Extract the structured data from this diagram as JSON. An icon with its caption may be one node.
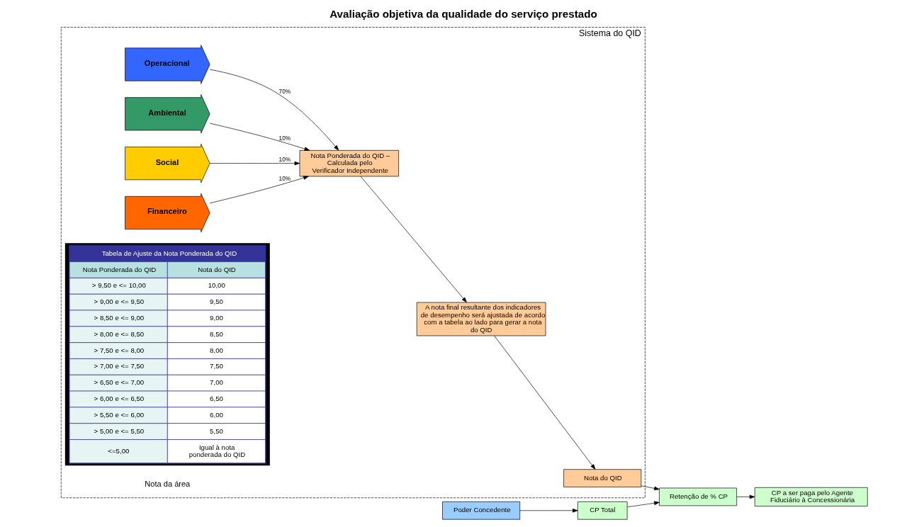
{
  "diagram": {
    "title": "Avaliação objetiva da qualidade do serviço prestado",
    "nodes": [
      {
        "text": [
          "Sistema do QID"
        ]
      },
      {
        "text": [
          "Operacional"
        ],
        "in": 0
      },
      {
        "text": [
          "Ambiental"
        ],
        "in": 0
      },
      {
        "text": [
          "Social"
        ],
        "in": 0
      },
      {
        "text": [
          "Financeiro"
        ],
        "in": 0
      },
      {
        "text": [
          "Nota Ponderada do QID – Calculada pelo Verificador Independente"
        ],
        "in": 0
      },
      {
        "text": [
          "A nota final resultante dos indicadores de desempenho será ajustada de acordo com a tabela ao lado para gerar a nota do QID"
        ],
        "in": 0
      },
      {
        "text": [
          "Nota do QID"
        ],
        "in": 0
      },
      {
        "text": [
          "Tabela de Ajuste da Nota Ponderada do QID",
          "Nota Ponderada do QID",
          "Nota do QID",
          "> 9,50 e <= 10,00",
          "10,00",
          "> 9,00 e <= 9,50",
          "9,50",
          "> 8,50 e <= 9,00",
          "9,00",
          "> 8,00 e <= 8,50",
          "8,50",
          "> 7,50 e <= 8,00",
          "8,00",
          "> 7,00 e <= 7,50",
          "7,50",
          "> 6,50 e <= 7,00",
          "7,00",
          "> 6,00 e <= 6,50",
          "6,50",
          "> 5,50 e <= 6,00",
          "6,00",
          "> 5,00 e <= 5,50",
          "5,50",
          "<=5,00",
          "Igual à nota ponderada do QID"
        ],
        "in": 0
      },
      {
        "text": [
          "Poder Concedente"
        ]
      },
      {
        "text": [
          "CP Total"
        ]
      },
      {
        "text": [
          "Retenção de % CP"
        ]
      },
      {
        "text": [
          "CP a ser paga pelo Agente Fiduciário à Concessionária"
        ]
      }
    ],
    "edges": [
      {
        "from": 1,
        "to": 5,
        "arrow": "to",
        "label": "70%"
      },
      {
        "from": 2,
        "to": 5,
        "arrow": "to",
        "label": "10%"
      },
      {
        "from": 3,
        "to": 5,
        "arrow": "to",
        "label": "10%"
      },
      {
        "from": 4,
        "to": 5,
        "arrow": "to",
        "label": "10%"
      },
      {
        "from": 5,
        "to": 6,
        "arrow": "to"
      },
      {
        "from": 6,
        "to": 7,
        "arrow": "to"
      },
      {
        "from": 7,
        "to": 11,
        "arrow": "to"
      },
      {
        "from": 9,
        "to": 10,
        "arrow": "to"
      },
      {
        "from": 10,
        "to": 11,
        "arrow": "to"
      },
      {
        "from": 11,
        "to": 12,
        "arrow": "to"
      }
    ],
    "labels": [
      "Nota da área"
    ]
  }
}
